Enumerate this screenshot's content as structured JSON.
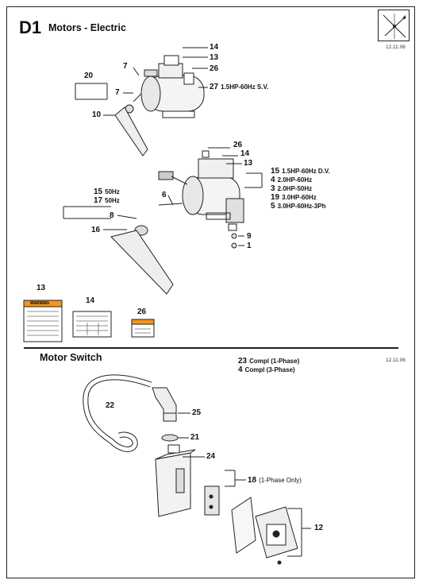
{
  "section": {
    "code": "D1",
    "title": "Motors - Electric",
    "date": "12.11.06"
  },
  "motor_switch": {
    "title": "Motor Switch",
    "date": "12.11.06"
  },
  "callouts": {
    "c14a": "14",
    "c13a": "13",
    "c26a": "26",
    "c7a": "7",
    "c7b": "7",
    "c20": "20",
    "c10": "10",
    "c27": "27",
    "c26b": "26",
    "c14b": "14",
    "c13b": "13",
    "c15": "15",
    "c4": "4",
    "c3": "3",
    "c19": "19",
    "c5": "5",
    "c6": "6",
    "c15b": "15",
    "c17": "17",
    "c8": "8",
    "c16": "16",
    "c9": "9",
    "c1": "1",
    "c13c": "13",
    "c14c": "14",
    "c26c": "26",
    "c23": "23",
    "c4b": "4",
    "c22": "22",
    "c25": "25",
    "c21": "21",
    "c24": "24",
    "c18": "18",
    "c12": "12"
  },
  "labels": {
    "l27": "1.5HP-60Hz S.V.",
    "l15": "1.5HP-60Hz D.V.",
    "l4": "2.0HP-60Hz",
    "l3": "2.0HP-50Hz",
    "l19": "3.0HP-60Hz",
    "l5": "3.0HP-60Hz-3Ph",
    "l15b": "50Hz",
    "l17": "50Hz",
    "l23": "Compl (1-Phase)",
    "l4b": "Compl (3-Phase)",
    "l18": "(1-Phase Only)"
  },
  "decals": {
    "warning": "WARNING"
  }
}
